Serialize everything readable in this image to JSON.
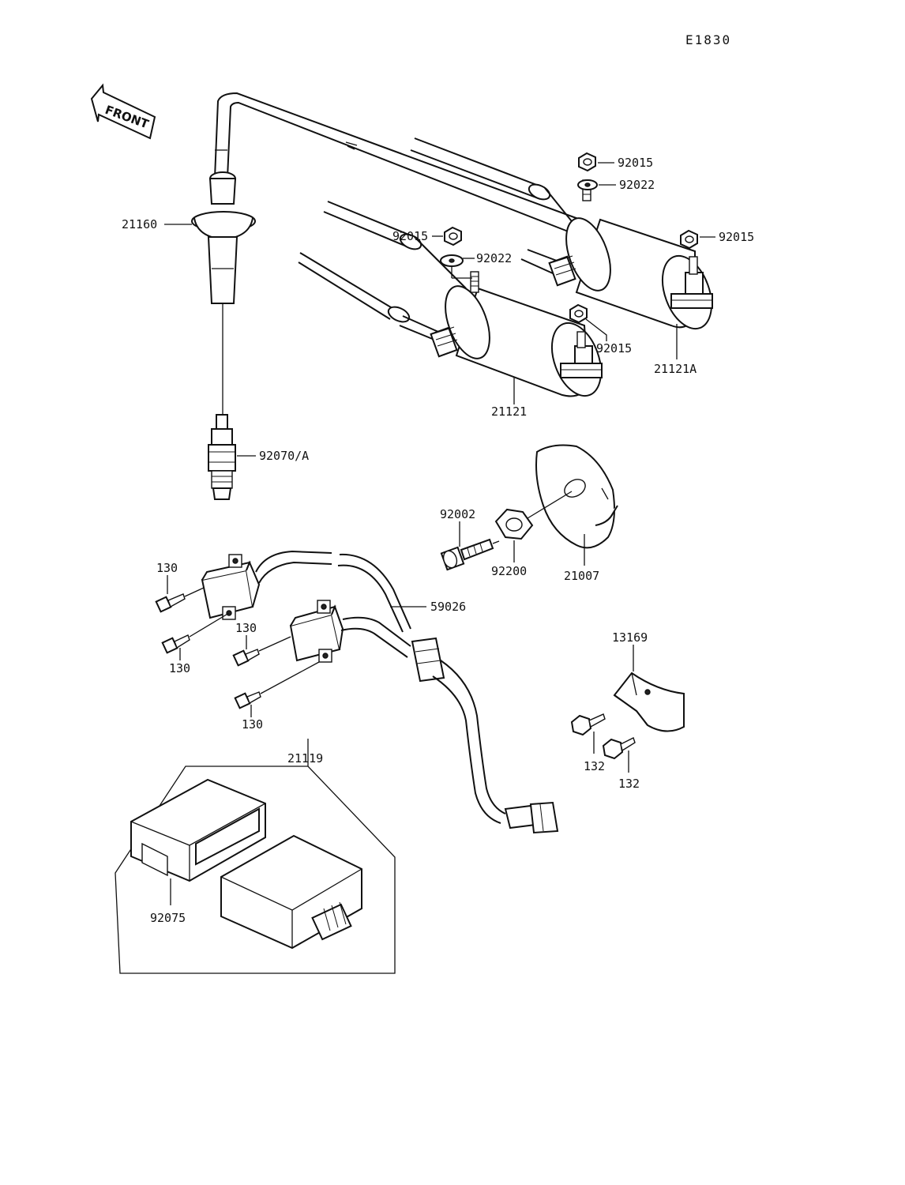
{
  "diagram_code": "E1830",
  "front_label": "FRONT",
  "parts": {
    "p21160": "21160",
    "p92070A": "92070/A",
    "p92015_top": "92015",
    "p92022_top": "92022",
    "p92015_right": "92015",
    "p92015_left": "92015",
    "p92022_left": "92022",
    "p92015_mid": "92015",
    "p21121A": "21121A",
    "p21121": "21121",
    "p92002": "92002",
    "p92200": "92200",
    "p21007": "21007",
    "p130_a": "130",
    "p130_b": "130",
    "p130_c": "130",
    "p130_d": "130",
    "p59026": "59026",
    "p13169": "13169",
    "p132_a": "132",
    "p132_b": "132",
    "p21119": "21119",
    "p92075": "92075"
  }
}
